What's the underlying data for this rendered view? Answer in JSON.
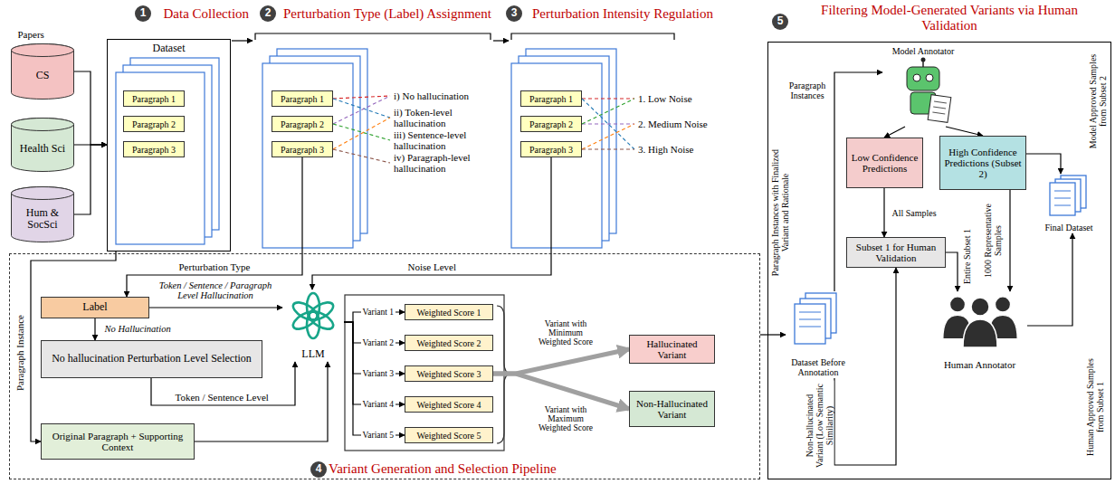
{
  "diagram": {
    "nodes": [
      {
        "text": [
          "CS"
        ]
      },
      {
        "text": [
          "Health Sci"
        ]
      },
      {
        "text": [
          "Hum & SocSci"
        ]
      },
      {
        "text": [
          "Dataset"
        ]
      },
      {
        "text": [
          "Paragraph 1"
        ],
        "in": 3
      },
      {
        "text": [
          "Paragraph 2"
        ],
        "in": 3
      },
      {
        "text": [
          "Paragraph 3"
        ],
        "in": 3
      },
      {
        "text": [
          "Paragraph 1"
        ]
      },
      {
        "text": [
          "Paragraph 2"
        ]
      },
      {
        "text": [
          "Paragraph 3"
        ]
      },
      {
        "text": [
          "Paragraph 1"
        ]
      },
      {
        "text": [
          "Paragraph 2"
        ]
      },
      {
        "text": [
          "Paragraph 3"
        ]
      },
      {
        "text": [
          "Variant Generation and Selection Pipeline"
        ]
      },
      {
        "text": [
          "Label"
        ],
        "in": 13
      },
      {
        "text": [
          "No hallucination Perturbation Level Selection"
        ],
        "in": 13
      },
      {
        "text": [
          "Original Paragraph + Supporting Context"
        ],
        "in": 13
      },
      {
        "text": [
          "LLM"
        ],
        "in": 13
      },
      {
        "text": [
          "Weighted Score 1"
        ],
        "in": 13
      },
      {
        "text": [
          "Weighted Score 2"
        ],
        "in": 13
      },
      {
        "text": [
          "Weighted Score 3"
        ],
        "in": 13
      },
      {
        "text": [
          "Weighted Score 4"
        ],
        "in": 13
      },
      {
        "text": [
          "Weighted Score 5"
        ],
        "in": 13
      },
      {
        "text": [
          "Hallucinated Variant"
        ],
        "in": 13
      },
      {
        "text": [
          "Non-Hallucinated Variant"
        ],
        "in": 13
      },
      {
        "text": [
          "Filtering Model-Generated Variants via Human Validation"
        ]
      },
      {
        "text": [
          "Model Annotator"
        ],
        "in": 25
      },
      {
        "text": [
          "Low Confidence Predictions"
        ],
        "in": 25
      },
      {
        "text": [
          "High Confidence Predictions (Subset 2)"
        ],
        "in": 25
      },
      {
        "text": [
          "Subset 1 for Human Validation"
        ],
        "in": 25
      },
      {
        "text": [
          "Dataset Before Annotation"
        ],
        "in": 25
      },
      {
        "text": [
          "Human Annotator"
        ],
        "in": 25
      },
      {
        "text": [
          "Final Dataset"
        ],
        "in": 25
      }
    ],
    "edges": [
      {
        "from": 0,
        "to": 3,
        "arrow": "to"
      },
      {
        "from": 1,
        "to": 3,
        "arrow": "to"
      },
      {
        "from": 2,
        "to": 3,
        "arrow": "to"
      },
      {
        "from": 3,
        "to": 16,
        "label": "Paragraph Instance",
        "arrow": "to"
      },
      {
        "from": 9,
        "to": 14,
        "label": "Perturbation Type",
        "arrow": "to"
      },
      {
        "from": 12,
        "to": 17,
        "label": "Noise Level",
        "arrow": "to"
      },
      {
        "from": 14,
        "to": 17,
        "label": "Token / Sentence / Paragraph Level Hallucination",
        "arrow": "to"
      },
      {
        "from": 14,
        "to": 15,
        "label": "No Hallucination",
        "arrow": "to"
      },
      {
        "from": 15,
        "to": 17,
        "label": "Token / Sentence Level",
        "arrow": "to"
      },
      {
        "from": 16,
        "to": 17,
        "arrow": "to"
      },
      {
        "from": 17,
        "to": 18,
        "label": "Variant 1",
        "arrow": "to"
      },
      {
        "from": 17,
        "to": 19,
        "label": "Variant 2",
        "arrow": "to"
      },
      {
        "from": 17,
        "to": 20,
        "label": "Variant 3",
        "arrow": "to"
      },
      {
        "from": 17,
        "to": 21,
        "label": "Variant 4",
        "arrow": "to"
      },
      {
        "from": 17,
        "to": 22,
        "label": "Variant 5",
        "arrow": "to"
      },
      {
        "from": 20,
        "to": 23,
        "label": "Variant with Minimum Weighted Score",
        "arrow": "to"
      },
      {
        "from": 20,
        "to": 24,
        "label": "Variant with Maximum Weighted Score",
        "arrow": "to"
      },
      {
        "from": 13,
        "to": 30,
        "label": "Paragraph Instances with Finalized Variant and Rationale",
        "arrow": "to"
      },
      {
        "from": 30,
        "to": 26,
        "label": "Paragraph Instances",
        "arrow": "to"
      },
      {
        "from": 26,
        "to": 27,
        "arrow": "to"
      },
      {
        "from": 26,
        "to": 28,
        "arrow": "to"
      },
      {
        "from": 27,
        "to": 29,
        "label": "All Samples",
        "arrow": "to"
      },
      {
        "from": 28,
        "to": 31,
        "label": "1000 Representative Samples",
        "arrow": "to"
      },
      {
        "from": 29,
        "to": 31,
        "label": "Entire Subset 1",
        "arrow": "to"
      },
      {
        "from": 30,
        "to": 29,
        "label": "Non-hallucinated Variant (Low Semantic Similarity)",
        "arrow": "to"
      },
      {
        "from": 31,
        "to": 32,
        "label": "Human Approved Samples from Subset 1",
        "arrow": "to"
      },
      {
        "from": 28,
        "to": 32,
        "label": "Model Approved Samples from Subset 2",
        "arrow": "to"
      }
    ],
    "labels": [
      "1",
      "Data Collection",
      "2",
      "Perturbation Type (Label) Assignment",
      "3",
      "Perturbation Intensity Regulation",
      "Papers",
      "i) No hallucination",
      "ii) Token-level hallucination",
      "iii) Sentence-level hallucination",
      "iv) Paragraph-level hallucination",
      "1. Low Noise",
      "2. Medium Noise",
      "3. High Noise",
      "4",
      "5"
    ]
  }
}
